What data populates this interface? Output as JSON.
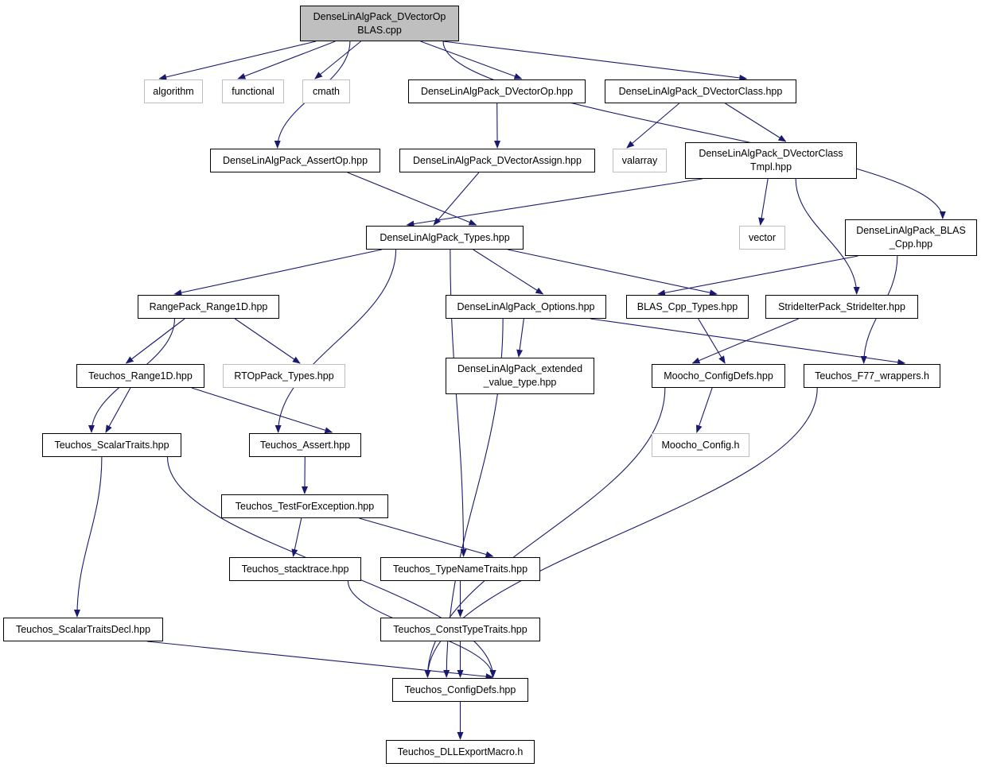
{
  "graph": {
    "title": "",
    "nodes": [
      {
        "id": "root",
        "label": "DenseLinAlgPack_DVectorOp\nBLAS.cpp",
        "kind": "root"
      },
      {
        "id": "algorithm",
        "label": "algorithm",
        "kind": "external"
      },
      {
        "id": "functional",
        "label": "functional",
        "kind": "external"
      },
      {
        "id": "cmath",
        "label": "cmath",
        "kind": "external"
      },
      {
        "id": "dvectorop",
        "label": "DenseLinAlgPack_DVectorOp.hpp",
        "kind": "file"
      },
      {
        "id": "dvectorclass",
        "label": "DenseLinAlgPack_DVectorClass.hpp",
        "kind": "file"
      },
      {
        "id": "assertop",
        "label": "DenseLinAlgPack_AssertOp.hpp",
        "kind": "file"
      },
      {
        "id": "dvectorassign",
        "label": "DenseLinAlgPack_DVectorAssign.hpp",
        "kind": "file"
      },
      {
        "id": "valarray",
        "label": "valarray",
        "kind": "external"
      },
      {
        "id": "dvectorclasstmpl",
        "label": "DenseLinAlgPack_DVectorClass\nTmpl.hpp",
        "kind": "file"
      },
      {
        "id": "types",
        "label": "DenseLinAlgPack_Types.hpp",
        "kind": "file"
      },
      {
        "id": "vector",
        "label": "vector",
        "kind": "external"
      },
      {
        "id": "blascpp",
        "label": "DenseLinAlgPack_BLAS\n_Cpp.hpp",
        "kind": "file"
      },
      {
        "id": "range1d",
        "label": "RangePack_Range1D.hpp",
        "kind": "file"
      },
      {
        "id": "options",
        "label": "DenseLinAlgPack_Options.hpp",
        "kind": "file"
      },
      {
        "id": "blascpptypes",
        "label": "BLAS_Cpp_Types.hpp",
        "kind": "file"
      },
      {
        "id": "strideiter",
        "label": "StrideIterPack_StrideIter.hpp",
        "kind": "file"
      },
      {
        "id": "teuchosrange1d",
        "label": "Teuchos_Range1D.hpp",
        "kind": "file"
      },
      {
        "id": "rtoptypes",
        "label": "RTOpPack_Types.hpp",
        "kind": "external"
      },
      {
        "id": "extvaluetype",
        "label": "DenseLinAlgPack_extended\n_value_type.hpp",
        "kind": "file"
      },
      {
        "id": "moochoconfigdefs",
        "label": "Moocho_ConfigDefs.hpp",
        "kind": "file"
      },
      {
        "id": "f77wrappers",
        "label": "Teuchos_F77_wrappers.h",
        "kind": "file"
      },
      {
        "id": "scalartraits",
        "label": "Teuchos_ScalarTraits.hpp",
        "kind": "file"
      },
      {
        "id": "teuchosassert",
        "label": "Teuchos_Assert.hpp",
        "kind": "file"
      },
      {
        "id": "moochoconfig",
        "label": "Moocho_Config.h",
        "kind": "external"
      },
      {
        "id": "testforexception",
        "label": "Teuchos_TestForException.hpp",
        "kind": "file"
      },
      {
        "id": "stacktrace",
        "label": "Teuchos_stacktrace.hpp",
        "kind": "file"
      },
      {
        "id": "typenametraits",
        "label": "Teuchos_TypeNameTraits.hpp",
        "kind": "file"
      },
      {
        "id": "scalartraitsdecl",
        "label": "Teuchos_ScalarTraitsDecl.hpp",
        "kind": "file"
      },
      {
        "id": "consttypetraits",
        "label": "Teuchos_ConstTypeTraits.hpp",
        "kind": "file"
      },
      {
        "id": "teuchosconfigdefs",
        "label": "Teuchos_ConfigDefs.hpp",
        "kind": "file"
      },
      {
        "id": "dllexport",
        "label": "Teuchos_DLLExportMacro.h",
        "kind": "file"
      }
    ],
    "edges": [
      [
        "root",
        "algorithm"
      ],
      [
        "root",
        "functional"
      ],
      [
        "root",
        "cmath"
      ],
      [
        "root",
        "dvectorop"
      ],
      [
        "root",
        "dvectorclass"
      ],
      [
        "root",
        "assertop"
      ],
      [
        "root",
        "blascpp"
      ],
      [
        "dvectorop",
        "dvectorassign"
      ],
      [
        "dvectorclass",
        "valarray"
      ],
      [
        "dvectorclass",
        "dvectorclasstmpl"
      ],
      [
        "assertop",
        "types"
      ],
      [
        "dvectorassign",
        "types"
      ],
      [
        "dvectorclasstmpl",
        "types"
      ],
      [
        "dvectorclasstmpl",
        "vector"
      ],
      [
        "dvectorclasstmpl",
        "strideiter"
      ],
      [
        "blascpp",
        "blascpptypes"
      ],
      [
        "blascpp",
        "f77wrappers"
      ],
      [
        "types",
        "range1d"
      ],
      [
        "types",
        "options"
      ],
      [
        "types",
        "blascpptypes"
      ],
      [
        "types",
        "teuchosassert"
      ],
      [
        "types",
        "typenametraits"
      ],
      [
        "range1d",
        "teuchosrange1d"
      ],
      [
        "range1d",
        "rtoptypes"
      ],
      [
        "range1d",
        "scalartraits"
      ],
      [
        "options",
        "extvaluetype"
      ],
      [
        "options",
        "f77wrappers"
      ],
      [
        "options",
        "teuchosconfigdefs"
      ],
      [
        "blascpptypes",
        "moochoconfigdefs"
      ],
      [
        "strideiter",
        "moochoconfigdefs"
      ],
      [
        "teuchosrange1d",
        "scalartraits"
      ],
      [
        "teuchosrange1d",
        "teuchosassert"
      ],
      [
        "moochoconfigdefs",
        "moochoconfig"
      ],
      [
        "moochoconfigdefs",
        "teuchosconfigdefs"
      ],
      [
        "f77wrappers",
        "teuchosconfigdefs"
      ],
      [
        "scalartraits",
        "scalartraitsdecl"
      ],
      [
        "scalartraits",
        "teuchosconfigdefs"
      ],
      [
        "teuchosassert",
        "testforexception"
      ],
      [
        "testforexception",
        "stacktrace"
      ],
      [
        "testforexception",
        "typenametraits"
      ],
      [
        "stacktrace",
        "teuchosconfigdefs"
      ],
      [
        "typenametraits",
        "consttypetraits"
      ],
      [
        "scalartraitsdecl",
        "teuchosconfigdefs"
      ],
      [
        "consttypetraits",
        "teuchosconfigdefs"
      ],
      [
        "teuchosconfigdefs",
        "dllexport"
      ]
    ],
    "colors": {
      "edge": "#191970",
      "node_border": "#000000",
      "external_border": "#bfbfbf",
      "root_fill": "#bfbfbf"
    }
  }
}
